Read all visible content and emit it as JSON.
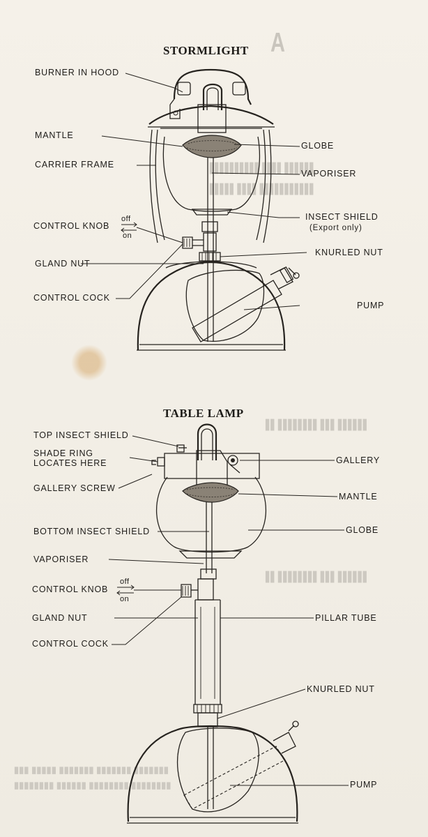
{
  "stormlight": {
    "title": "STORMLIGHT",
    "labels": {
      "burner_in_hood": "BURNER IN HOOD",
      "mantle": "MANTLE",
      "carrier_frame": "CARRIER FRAME",
      "control_knob": "CONTROL KNOB",
      "gland_nut": "GLAND NUT",
      "control_cock": "CONTROL COCK",
      "globe": "GLOBE",
      "vaporiser": "VAPORISER",
      "insect_shield": "INSECT SHIELD",
      "insect_shield_note": "(Export only)",
      "knurled_nut": "KNURLED NUT",
      "pump": "PUMP",
      "off": "off",
      "on": "on"
    }
  },
  "table_lamp": {
    "title": "TABLE LAMP",
    "labels": {
      "top_insect_shield": "TOP INSECT SHIELD",
      "shade_ring_1": "SHADE RING",
      "shade_ring_2": "LOCATES HERE",
      "gallery_screw": "GALLERY SCREW",
      "gallery": "GALLERY",
      "mantle": "MANTLE",
      "bottom_insect_shield": "BOTTOM INSECT SHIELD",
      "globe": "GLOBE",
      "vaporiser": "VAPORISER",
      "control_knob": "CONTROL KNOB",
      "gland_nut": "GLAND NUT",
      "pillar_tube": "PILLAR TUBE",
      "control_cock": "CONTROL COCK",
      "knurled_nut": "KNURLED NUT",
      "pump": "PUMP",
      "off": "off",
      "on": "on"
    }
  }
}
